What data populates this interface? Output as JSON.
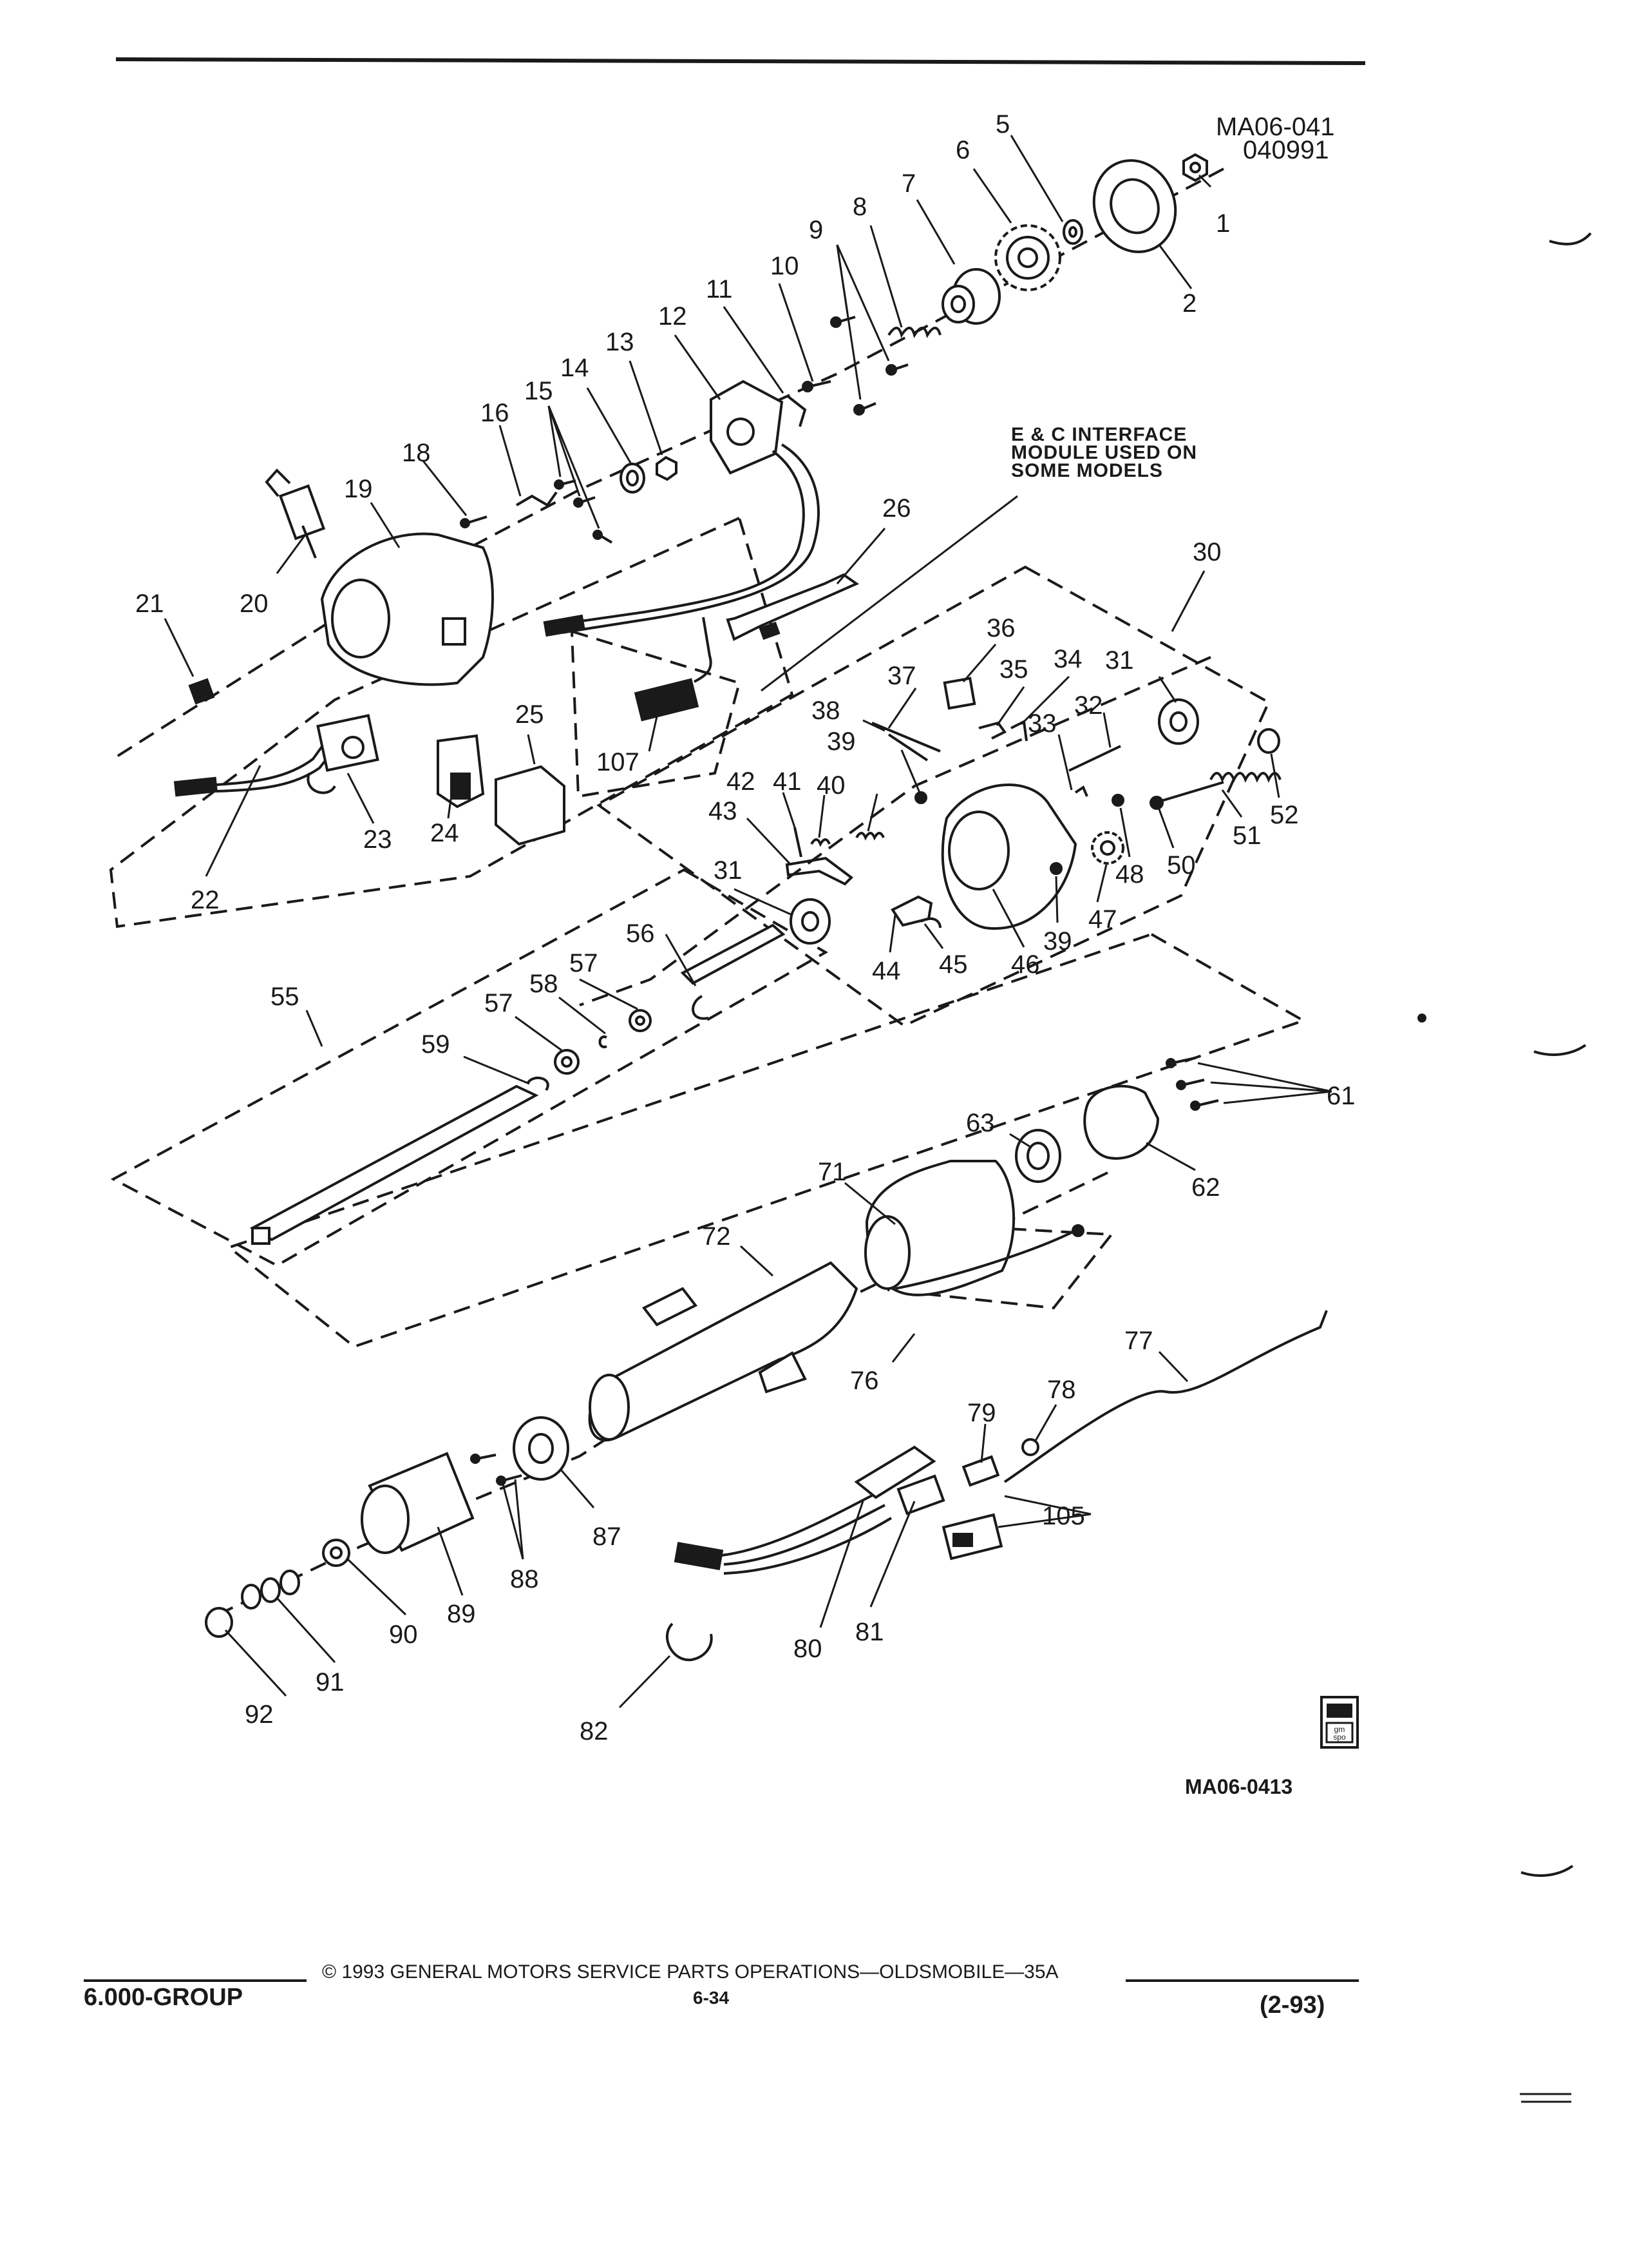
{
  "figure": {
    "code": "MA06-041",
    "date_code": "040991",
    "illustration_code": "MA06-0413"
  },
  "note": {
    "line1": "E & C INTERFACE",
    "line2": "MODULE USED ON",
    "line3": "SOME MODELS"
  },
  "callouts": [
    "1",
    "2",
    "5",
    "6",
    "7",
    "8",
    "9",
    "10",
    "11",
    "12",
    "13",
    "14",
    "15",
    "16",
    "18",
    "19",
    "20",
    "21",
    "22",
    "23",
    "24",
    "25",
    "26",
    "30",
    "31",
    "32",
    "33",
    "34",
    "35",
    "36",
    "37",
    "38",
    "39",
    "40",
    "41",
    "42",
    "43",
    "31",
    "44",
    "45",
    "46",
    "39",
    "47",
    "48",
    "50",
    "51",
    "52",
    "55",
    "56",
    "57",
    "58",
    "57",
    "59",
    "61",
    "62",
    "63",
    "71",
    "72",
    "76",
    "77",
    "78",
    "79",
    "80",
    "81",
    "82",
    "87",
    "88",
    "89",
    "90",
    "91",
    "92",
    "105",
    "107"
  ],
  "logo": {
    "line1": "gm",
    "line2": "spo"
  },
  "footer": {
    "group": "6.000-GROUP",
    "copyright": "© 1993 GENERAL MOTORS SERVICE PARTS OPERATIONS—OLDSMOBILE—35A",
    "page": "6-34",
    "revision": "(2-93)"
  }
}
